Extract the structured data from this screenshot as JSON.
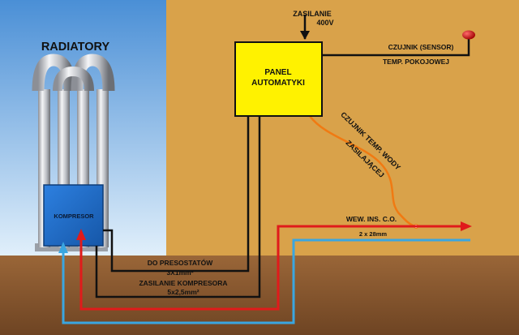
{
  "labels": {
    "radiatory": "RADIATORY",
    "kompresor": "KOMPRESOR",
    "panel_line1": "PANEL",
    "panel_line2": "AUTOMATYKI",
    "zasilanie_line1": "ZASILANIE",
    "zasilanie_line2": "400V",
    "czujnik_sensor": "CZUJNIK (SENSOR)",
    "temp_pokojowej": "TEMP. POKOJOWEJ",
    "czujnik_wody_line1": "CZUJNIK TEMP. WODY",
    "czujnik_wody_line2": "ZASILAJĄCEJ",
    "wew_ins": "WEW. INS. C.O.",
    "pipe_size": "2 x 28mm",
    "presostat_line1": "DO PRESOSTATÓW",
    "presostat_line2": "3X1mm²",
    "zasilanie_kompresora_line1": "ZASILANIE KOMPRESORA",
    "zasilanie_kompresora_line2": "5x2,5mm²"
  },
  "colors": {
    "sky_top": "#4a8fd6",
    "sky_bottom": "#dcecf9",
    "wall": "#d9a24a",
    "ground": "#8a5a32",
    "panel": "#fff200",
    "kompresor": "#1f6fcf",
    "hot_pipe": "#e01b1b",
    "cold_pipe": "#3aa6e0",
    "sensor_wire": "#f07a12",
    "cable": "#111111"
  }
}
